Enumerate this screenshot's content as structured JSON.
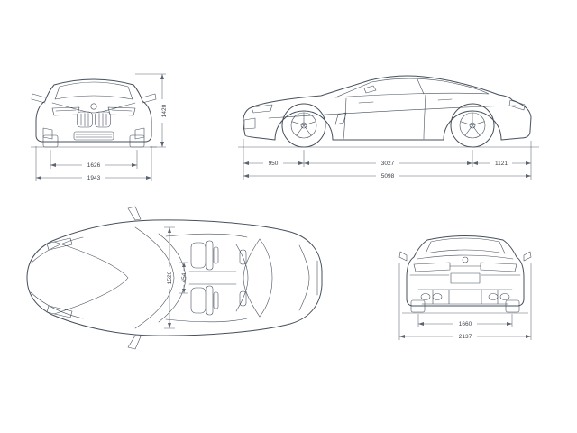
{
  "page": {
    "background": "#ffffff",
    "line_color": "#46505c",
    "dim_color": "#5b6470",
    "text_color": "#3c434d"
  },
  "dimensions": {
    "front_view": {
      "height": "1420",
      "front_track": "1626",
      "overall_width": "1943"
    },
    "side_view": {
      "front_overhang": "950",
      "wheelbase": "3027",
      "rear_overhang": "1121",
      "overall_length": "5098"
    },
    "top_view": {
      "interior_width": "1520",
      "seat_width": "454"
    },
    "rear_view": {
      "rear_track": "1660",
      "overall_width_mirrors": "2137"
    }
  }
}
